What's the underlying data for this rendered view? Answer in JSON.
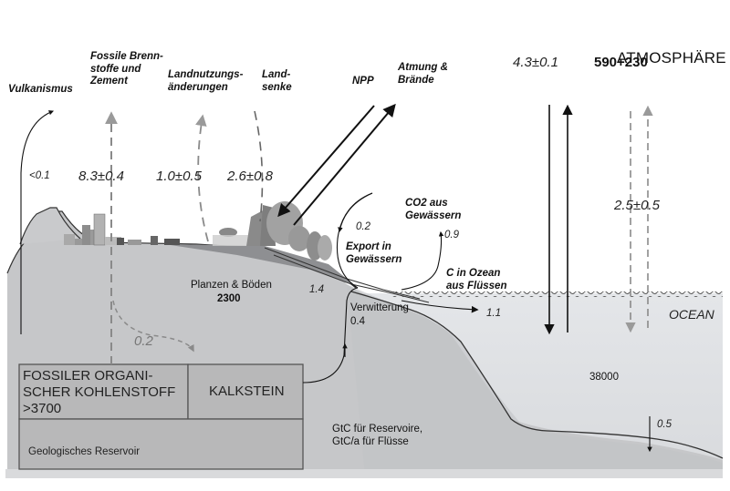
{
  "title": "ATMOSPHÄRE",
  "atmosphere": {
    "label": "ATMOSPHÄRE",
    "reservoir": "590+230"
  },
  "ocean": {
    "label": "OCEAN",
    "reservoir": "38000"
  },
  "land": {
    "label": "Planzen & Böden",
    "reservoir": "2300"
  },
  "geology": {
    "fossil_label": "FOSSILER ORGANI-\nSCHER KOHLENSTOFF\n>3700",
    "limestone_label": "KALKSTEIN",
    "reservoir_label": "Geologisches Reservoir"
  },
  "units_note": "GtC für Reservoire,\nGtC/a für Flüsse",
  "flux_labels": {
    "vulkanismus": "Vulkanismus",
    "fossil": "Fossile Brenn-\nstoffe und\nZement",
    "landuse": "Landnutzungs-\nänderungen",
    "landsink": "Land-\nsenke",
    "npp": "NPP",
    "respiration": "Atmung &\nBrände",
    "co2_waters": "CO2 aus\nGewässern",
    "export_waters": "Export in\nGewässern",
    "c_ocean_rivers": "C in Ozean\naus Flüssen",
    "weathering": "Verwitterung"
  },
  "flux_values": {
    "vulkanismus": "<0.1",
    "fossil": "8.3±0.4",
    "landuse": "1.0±0.5",
    "landsink": "2.6±0.8",
    "ocean_exchange": "4.3±0.1",
    "ocean_uptake": "2.5±0.5",
    "export_waters": "0.2",
    "co2_waters": "0.9",
    "land_to_waters": "1.4",
    "weathering": "0.4",
    "rivers_to_ocean": "1.1",
    "fossil_to_limestone": "0.2",
    "ocean_sediment": "0.5"
  },
  "colors": {
    "sky": "#ffffff",
    "land": "#c6c7c9",
    "ocean": "#dfe1e4",
    "seafloor": "#c9cacc",
    "box": "#b9b9ba",
    "anthropogenic_arrow": "#8a8a8a",
    "natural_arrow": "#111111"
  }
}
